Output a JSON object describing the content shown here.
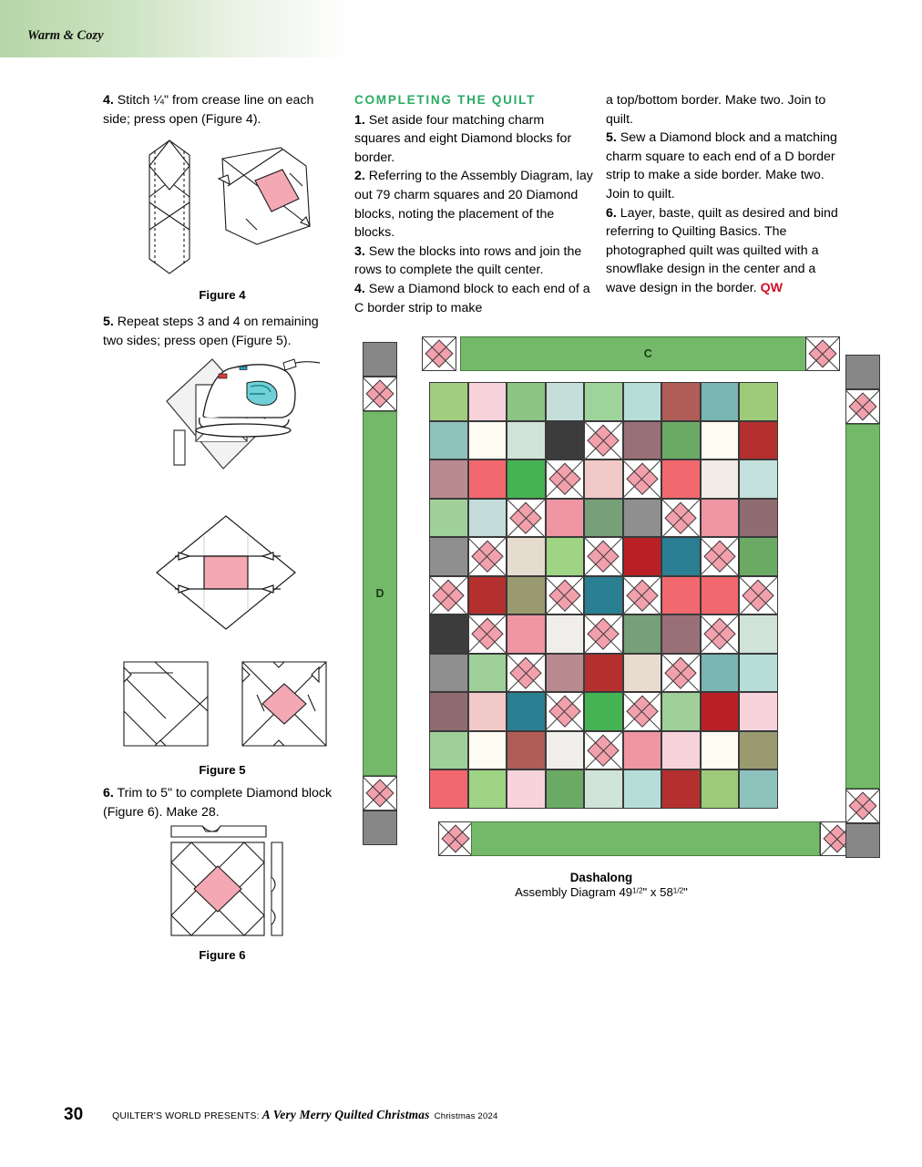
{
  "running_head": {
    "text": "Warm & Cozy"
  },
  "left_column": {
    "step4_num": "4.",
    "step4_text": " Stitch ¼\" from crease line on each side; press open (Figure 4).",
    "figure4_caption": "Figure 4",
    "step5_num": "5.",
    "step5_text": " Repeat steps 3 and 4 on remaining two sides; press open (Figure 5).",
    "figure5_caption": "Figure 5",
    "step6_num": "6.",
    "step6_text": " Trim to 5\" to complete Diamond block (Figure 6). Make 28.",
    "figure6_caption": "Figure 6"
  },
  "mid_column": {
    "heading": "COMPLETING THE QUILT",
    "steps": [
      {
        "num": "1.",
        "text": " Set aside four matching charm squares and eight Diamond blocks for border."
      },
      {
        "num": "2.",
        "text": " Referring to the Assembly Diagram, lay out 79 charm squares and 20 Diamond blocks, noting the placement of the blocks."
      },
      {
        "num": "3.",
        "text": " Sew the blocks into rows and join the rows to complete the quilt center."
      },
      {
        "num": "4.",
        "text": " Sew a Diamond block to each end of a C border strip to make"
      }
    ]
  },
  "right_column": {
    "continued": "a top/bottom border. Make two. Join to quilt.",
    "steps": [
      {
        "num": "5.",
        "text": " Sew a Diamond block and a matching charm square to each end of a D border strip to make a side border. Make two. Join to quilt."
      },
      {
        "num": "6.",
        "text": " Layer, baste, quilt as desired and bind referring to Quilting Basics. The photographed quilt was quilted with a snowflake design in the center and a wave design in the border. "
      }
    ],
    "end_mark": "QW"
  },
  "assembly": {
    "top_border_label": "C",
    "bottom_border_label": "",
    "left_border_label": "D",
    "right_border_label": "",
    "caption_title": "Dashalong",
    "caption_prefix": "Assembly Diagram 49",
    "caption_frac1": "1/2",
    "caption_mid": "\" x 58",
    "caption_frac2": "1/2",
    "caption_suffix": "\"",
    "colors": {
      "border_green": "#74b969",
      "gray_square": "#878787",
      "diamond_pink": "#f2a0ac",
      "outline": "#3a3a3a"
    },
    "grid": {
      "rows": 11,
      "cols": 9,
      "cells": [
        [
          "#a0cd7e",
          "#f7d3dc",
          "#8cc483",
          "#c6ded9",
          "#9ed49b",
          "#b7ddd9",
          "#b05c57",
          "#78b5b3",
          "#9ecb79"
        ],
        [
          "#8ec3bd",
          "#fdfbf2",
          "#cfe3d8",
          "#3d3c3c",
          "DIAMOND",
          "#9a7078",
          "#6aaa65",
          "#fdfbf2",
          "#b4302f"
        ],
        [
          "#b88b90",
          "#f2686f",
          "#45b254",
          "DIAMOND",
          "#f0c9c8",
          "DIAMOND",
          "#f2686f",
          "#f2ece7",
          "#c5e1dd"
        ],
        [
          "#9fd09a",
          "#c3dcda",
          "DIAMOND",
          "#ef95a3",
          "#75a078",
          "#8f8f8f",
          "DIAMOND",
          "#ef95a3",
          "#8e6c70"
        ],
        [
          "#8f8f8f",
          "DIAMOND",
          "#e6dbcf",
          "#9ed483",
          "DIAMOND",
          "#bb1f26",
          "#2a7f92",
          "DIAMOND",
          "#6aaa65"
        ],
        [
          "DIAMOND",
          "#b4302f",
          "#9a9a71",
          "DIAMOND",
          "#2a7f92",
          "DIAMOND",
          "#f2686f",
          "#f2686f",
          "DIAMOND"
        ],
        [
          "#3d3c3c",
          "DIAMOND",
          "#ef95a3",
          "#f0eeea",
          "DIAMOND",
          "#75a078",
          "#9a7078",
          "DIAMOND",
          "#cfe3d8"
        ],
        [
          "#8f8f8f",
          "#9fd09a",
          "DIAMOND",
          "#b88b90",
          "#b4302f",
          "#e8dbd0",
          "DIAMOND",
          "#78b5b3",
          "#b7ddd9"
        ],
        [
          "#8e6c70",
          "#f0c9c8",
          "#2a7f92",
          "DIAMOND",
          "#45b254",
          "DIAMOND",
          "#9fd09a",
          "#bb1f26",
          "#f7d3dc"
        ],
        [
          "#9fd09a",
          "#fdfbf2",
          "#b05c57",
          "#f0eeea",
          "DIAMOND",
          "#ef95a3",
          "#f7d3dc",
          "#fdfbf2",
          "#9a9a71"
        ],
        [
          "#f2686f",
          "#9ed483",
          "#f7d3dc",
          "#6aaa65",
          "#cfe3d8",
          "#b7ddd9",
          "#b4302f",
          "#9ecb79",
          "#8ec3bd"
        ]
      ]
    }
  },
  "footer": {
    "page_number": "30",
    "magazine": "QUILTER'S WORLD PRESENTS:",
    "book_title": "A Very Merry Quilted Christmas",
    "issue": "Christmas 2024"
  }
}
